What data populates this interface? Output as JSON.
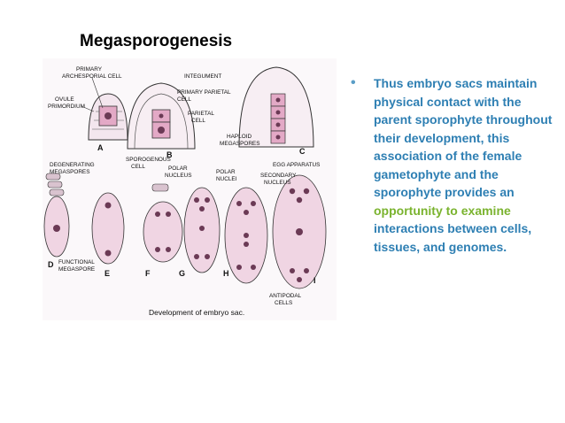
{
  "slide": {
    "title": "Megasporogenesis"
  },
  "figure": {
    "caption": "Development of embryo sac.",
    "labels": {
      "primary_archesporial": "PRIMARY",
      "primary_archesporial_2": "ARCHESPORIAL CELL",
      "ovule_primordium": "OVULE",
      "ovule_primordium_2": "PRIMORDIUM",
      "integument": "INTEGUMENT",
      "primary_parietal": "PRIMARY PARIETAL",
      "primary_parietal_2": "CELL",
      "parietal_cell": "PARIETAL",
      "parietal_cell_2": "CELL",
      "haploid_megaspores": "HAPLOID",
      "haploid_megaspores_2": "MEGASPORES",
      "sporogenous_cell": "SPOROGENOUS",
      "sporogenous_cell_2": "CELL",
      "degenerating_megaspores": "DEGENERATING",
      "degenerating_megaspores_2": "MEGASPORES",
      "polar_nucleus": "POLAR",
      "polar_nucleus_2": "NUCLEUS",
      "polar_nuclei": "POLAR",
      "polar_nuclei_2": "NUCLEI",
      "egg_apparatus": "EGG APPARATUS",
      "secondary_nucleus": "SECONDARY",
      "secondary_nucleus_2": "NUCLEUS",
      "functional_megaspore": "FUNCTIONAL",
      "functional_megaspore_2": "MEGASPORE",
      "antipodal_cells": "ANTIPODAL",
      "antipodal_cells_2": "CELLS"
    },
    "letters": [
      "A",
      "B",
      "C",
      "D",
      "E",
      "F",
      "G",
      "H",
      "I"
    ]
  },
  "bullet": {
    "segment_1": "Thus embryo sacs maintain physical contact with the parent sporophyte throughout their development, this association of the female gametophyte and the sporophyte provides an ",
    "segment_2": "opportunity to examine ",
    "segment_3": "interactions between cells, tissues, and genomes."
  },
  "colors": {
    "bullet_blue": "#2e7fb3",
    "bullet_green": "#7ab32e",
    "cell_pink": "#e8c6d6",
    "nucleus_dark": "#6b3a55"
  }
}
